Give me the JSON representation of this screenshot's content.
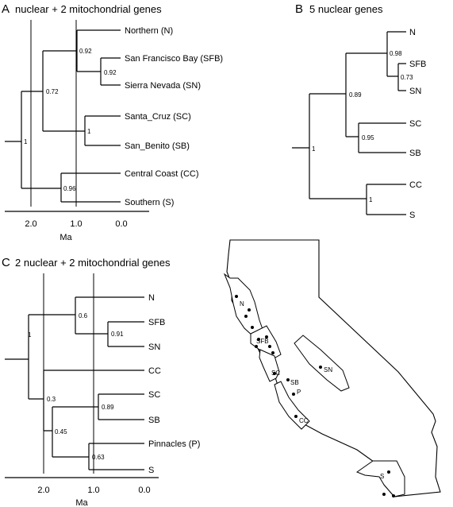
{
  "panel_a": {
    "letter": "A",
    "title": "nuclear + 2 mitochondrial genes",
    "tips": [
      "Northern (N)",
      "San Francisco Bay (SFB)",
      "Sierra Nevada (SN)",
      "Santa_Cruz (SC)",
      "San_Benito (SB)",
      "Central Coast (CC)",
      "Southern (S)"
    ],
    "supports": [
      "0.92",
      "0.92",
      "0.72",
      "1",
      "1",
      "0.96"
    ],
    "ticks": [
      "2.0",
      "1.0",
      "0.0"
    ],
    "axis_label": "Ma"
  },
  "panel_b": {
    "letter": "B",
    "title": "5 nuclear genes",
    "tips": [
      "N",
      "SFB",
      "SN",
      "SC",
      "SB",
      "CC",
      "S"
    ],
    "supports": [
      "0.98",
      "0.73",
      "0.89",
      "0.95",
      "1",
      "1"
    ]
  },
  "panel_c": {
    "letter": "C",
    "title": "2 nuclear + 2 mitochondrial genes",
    "tips": [
      "N",
      "SFB",
      "SN",
      "CC",
      "SC",
      "SB",
      "Pinnacles (P)",
      "S"
    ],
    "supports": [
      "0.6",
      "0.91",
      "1",
      "0.3",
      "0.89",
      "0.45",
      "0.63"
    ],
    "ticks": [
      "2.0",
      "1.0",
      "0.0"
    ],
    "axis_label": "Ma"
  },
  "map": {
    "labels": [
      "N",
      "SFB",
      "SC",
      "SB",
      "P",
      "SN",
      "CC",
      "S"
    ]
  }
}
